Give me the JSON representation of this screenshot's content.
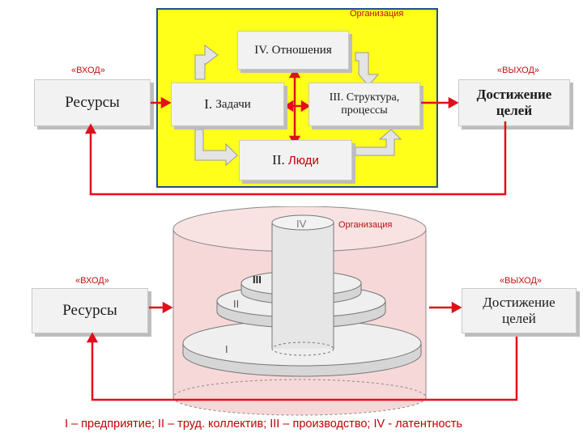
{
  "top": {
    "org_label": "Организация",
    "input_label": "«ВХОД»",
    "output_label": "«ВЫХОД»",
    "resources": "Ресурсы",
    "goals_line1": "Достижение",
    "goals_line2": "целей",
    "relations_num": "IV.",
    "relations": "Отношения",
    "tasks_num": "I.",
    "tasks": "Задачи",
    "structure_line1": "III. Структура,",
    "structure_line2": "процессы",
    "people_num": "II.",
    "people": "Люди"
  },
  "bottom": {
    "org_label": "Организация",
    "input_label": "«ВХОД»",
    "output_label": "«ВЫХОД»",
    "resources": "Ресурсы",
    "goals_line1": "Достижение",
    "goals_line2": "целей",
    "level_iv": "IV",
    "level_iii": "III",
    "level_ii": "II",
    "level_i": "I"
  },
  "legend": "I – предприятие; II – труд. коллектив; III – производство; IV - латентность",
  "colors": {
    "yellow": "#ffff1a",
    "red": "#e0101a",
    "cylinder_fill": "#f7d8d8",
    "box_fill": "#f2f2f2"
  }
}
